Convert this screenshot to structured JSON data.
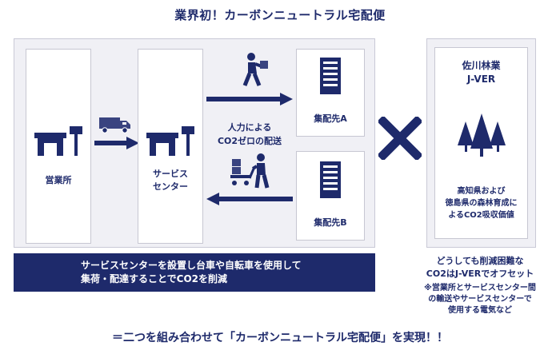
{
  "title": "業界初！カーボンニュートラル宅配便",
  "sales_office": "営業所",
  "service_center": [
    "サービス",
    "センター"
  ],
  "delivery_a": "集配先A",
  "delivery_b": "集配先B",
  "zero_co2": [
    "人力による",
    "CO2ゼロの配送"
  ],
  "banner": [
    "サービスセンターを設置し台車や自転車を使用して",
    "集荷・配達することでCO2を削減"
  ],
  "jver_title": [
    "佐川林業",
    "J-VER"
  ],
  "forest_text": [
    "高知県および",
    "徳島県の森林育成に",
    "よるCO2吸収価値"
  ],
  "offset_text": [
    "どうしても削減困難な",
    "CO2はJ-VERでオフセット"
  ],
  "note": [
    "※営業所とサービスセンター間",
    "の輸送やサービスセンターで",
    "使用する電気など"
  ],
  "footer": "＝二つを組み合わせて「カーボンニュートラル宅配便」を実現！！",
  "colors": {
    "navy": "#1e2a6b",
    "panel": "#f0f0f5",
    "border": "#c7c7d2"
  },
  "icons": [
    "warehouse-icon",
    "truck-icon",
    "walking-courier-icon",
    "cart-courier-icon",
    "building-icon",
    "trees-icon",
    "cross-icon",
    "arrow-right-icon",
    "arrow-left-icon"
  ]
}
